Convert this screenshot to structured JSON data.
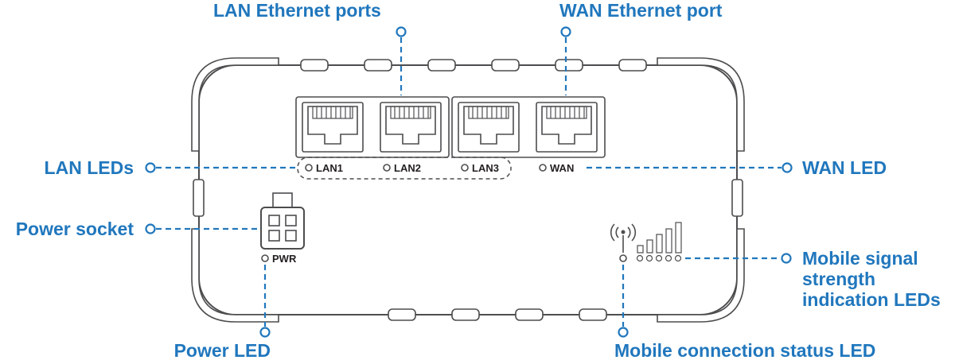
{
  "diagram": {
    "device": "router-top-view",
    "colors": {
      "accent": "#2077bd",
      "line": "#4d4d4f",
      "port_label_text": "#231f20",
      "background": "#ffffff"
    },
    "callouts": {
      "lan_ports": "LAN Ethernet ports",
      "wan_port": "WAN Ethernet port",
      "lan_leds": "LAN LEDs",
      "wan_led": "WAN LED",
      "power_socket": "Power socket",
      "mobile_signal_lines": {
        "l1": "Mobile signal",
        "l2": "strength",
        "l3": "indication LEDs"
      },
      "power_led": "Power LED",
      "mobile_status_led": "Mobile connection status LED"
    },
    "port_labels": {
      "lan1": "LAN1",
      "lan2": "LAN2",
      "lan3": "LAN3",
      "wan": "WAN",
      "pwr": "PWR"
    }
  }
}
